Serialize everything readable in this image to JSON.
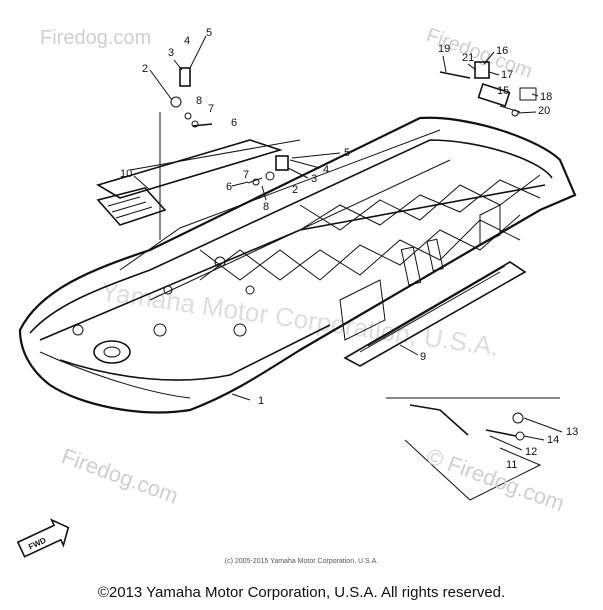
{
  "watermarks": {
    "brand": "Firedog.com",
    "faint_overlay": "Yamaha Motor Corporation, U.S.A.",
    "stamp": "© Firedog.com"
  },
  "fwd_label": "FWD",
  "callouts": [
    "1",
    "2",
    "3",
    "4",
    "5",
    "6",
    "7",
    "8",
    "9",
    "10",
    "11",
    "12",
    "13",
    "14",
    "15",
    "16",
    "17",
    "18",
    "19",
    "20",
    "21"
  ],
  "footer": {
    "small_copyright": "(c) 2005-2015 Yamaha Motor Corporation, U.S.A.",
    "copyright": "©2013 Yamaha Motor Corporation, U.S.A. All rights reserved."
  },
  "colors": {
    "ink": "#111111",
    "watermark": "#cfcfcf"
  }
}
